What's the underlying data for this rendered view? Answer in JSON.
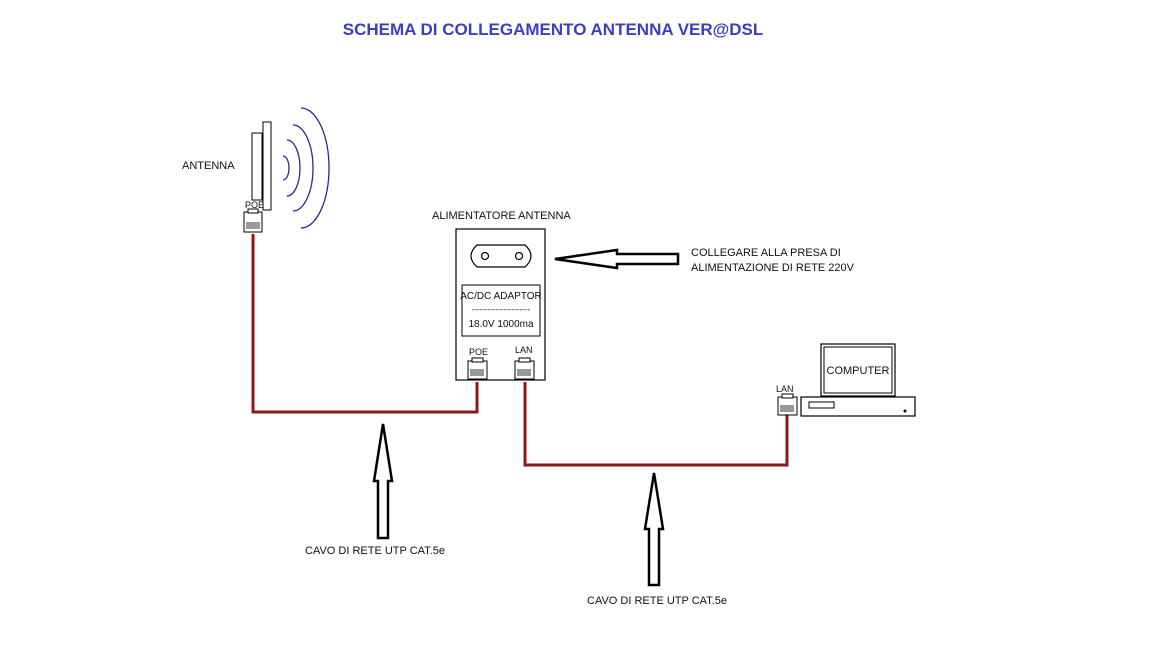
{
  "title": "SCHEMA DI COLLEGAMENTO ANTENNA VER@DSL",
  "colors": {
    "title": "#3b3fbf",
    "cable": "#8b1a1a",
    "waves": "#2a2a8a",
    "outline": "#000000"
  },
  "antenna": {
    "label": "ANTENNA",
    "port_label": "POE"
  },
  "adapter": {
    "title": "ALIMENTATORE ANTENNA",
    "line1": "AC/DC ADAPTOR",
    "separator": "----------------------",
    "line2": "18.0V 1000ma",
    "port_poe": "POE",
    "port_lan": "LAN"
  },
  "power_note": {
    "line1": "COLLEGARE ALLA PRESA DI",
    "line2": "ALIMENTAZIONE DI RETE 220V"
  },
  "computer": {
    "label": "COMPUTER",
    "port_label": "LAN"
  },
  "cables": {
    "label_left": "CAVO DI RETE UTP CAT.5e",
    "label_right": "CAVO DI RETE UTP CAT.5e"
  }
}
